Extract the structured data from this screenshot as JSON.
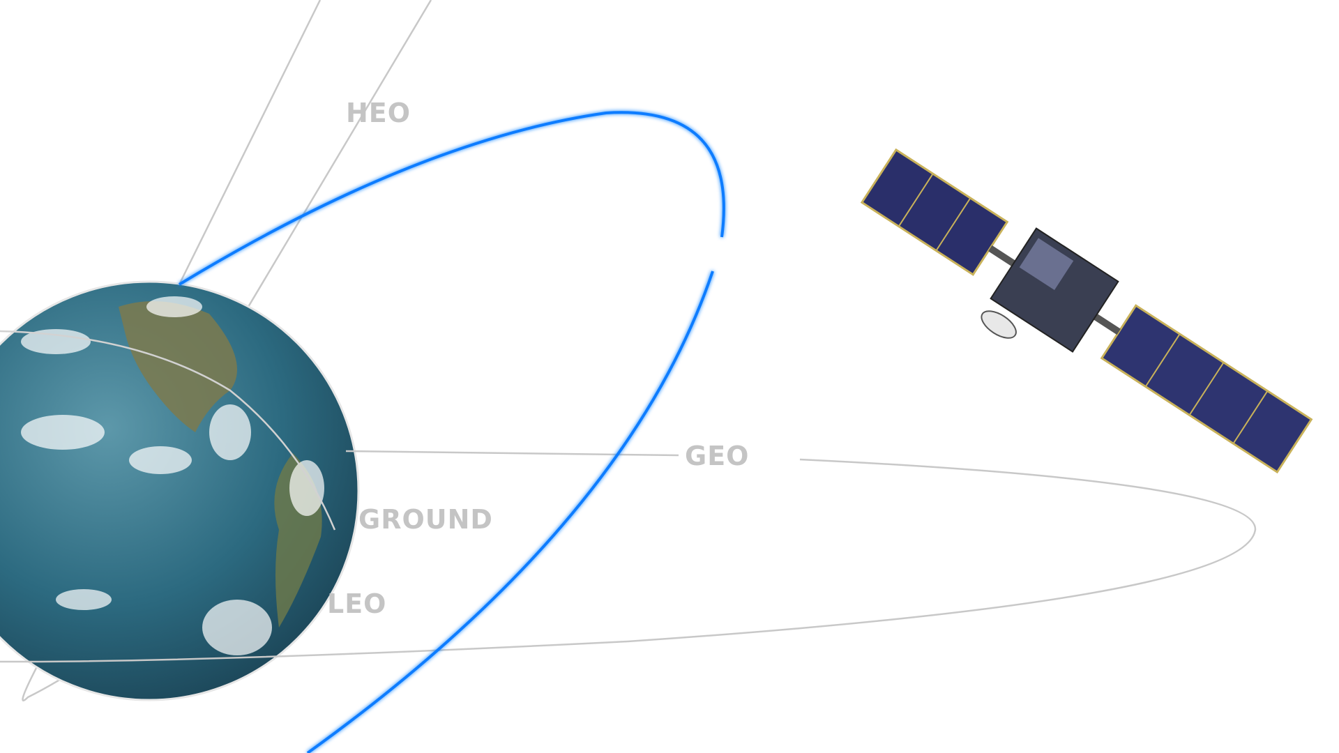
{
  "labels": {
    "heo": "HEO",
    "geo": "GEO",
    "ground": "GROUND",
    "leo": "LEO"
  },
  "colors": {
    "orbit_heo": "#0a7cff",
    "orbit_lines": "#c8c8c8",
    "label": "#c4c4c4",
    "ocean": "#2f6f86"
  }
}
